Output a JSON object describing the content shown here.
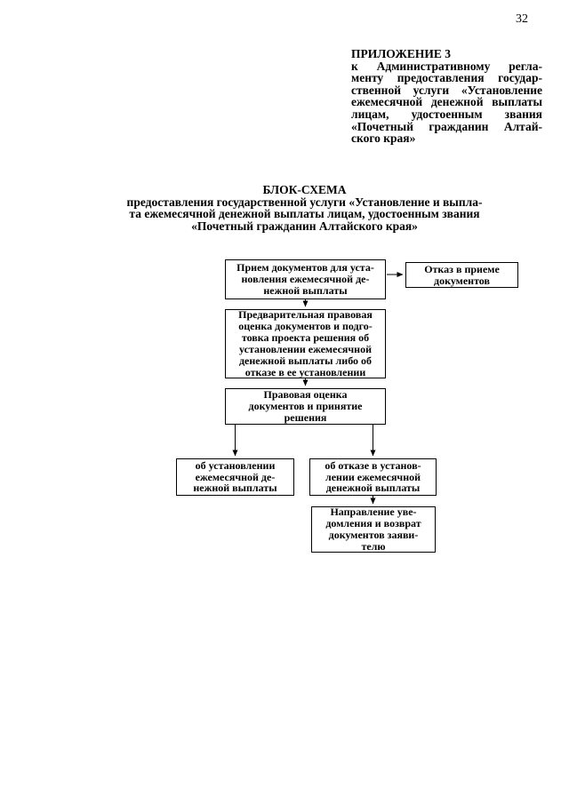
{
  "page_number": "32",
  "appendix": {
    "lines": [
      "ПРИЛОЖЕНИЕ 3",
      "к Административному регла-",
      "менту предоставления государ-",
      "ственной услуги «Установление",
      "ежемесячной денежной выплаты",
      "лицам, удостоенным звания",
      "«Почетный гражданин Алтай-",
      "ского края»"
    ]
  },
  "title": {
    "heading": "БЛОК-СХЕМА",
    "lines": [
      "предоставления государственной услуги «Установление и выпла-",
      "та ежемесячной денежной выплаты лицам, удостоенным звания",
      "«Почетный гражданин Алтайского края»"
    ]
  },
  "flowchart": {
    "boxes": {
      "reception": {
        "lines": [
          "Прием документов для уста-",
          "новления ежемесячной де-",
          "нежной выплаты"
        ]
      },
      "refusal_acceptance": {
        "lines": [
          "Отказ в приеме",
          "документов"
        ]
      },
      "preliminary_review": {
        "lines": [
          "Предварительная правовая",
          "оценка документов и подго-",
          "товка проекта решения об",
          "установлении ежемесячной",
          "денежной выплаты либо об",
          "отказе в ее установлении"
        ]
      },
      "legal_review": {
        "lines": [
          "Правовая оценка",
          "документов и принятие",
          "решения"
        ]
      },
      "establishment": {
        "lines": [
          "об установлении",
          "ежемесячной де-",
          "нежной выплаты"
        ]
      },
      "refusal_establishment": {
        "lines": [
          "об отказе в установ-",
          "лении ежемесячной",
          "денежной выплаты"
        ]
      },
      "notification": {
        "lines": [
          "Направление уве-",
          "домления и возврат",
          "документов заяви-",
          "телю"
        ]
      }
    }
  }
}
